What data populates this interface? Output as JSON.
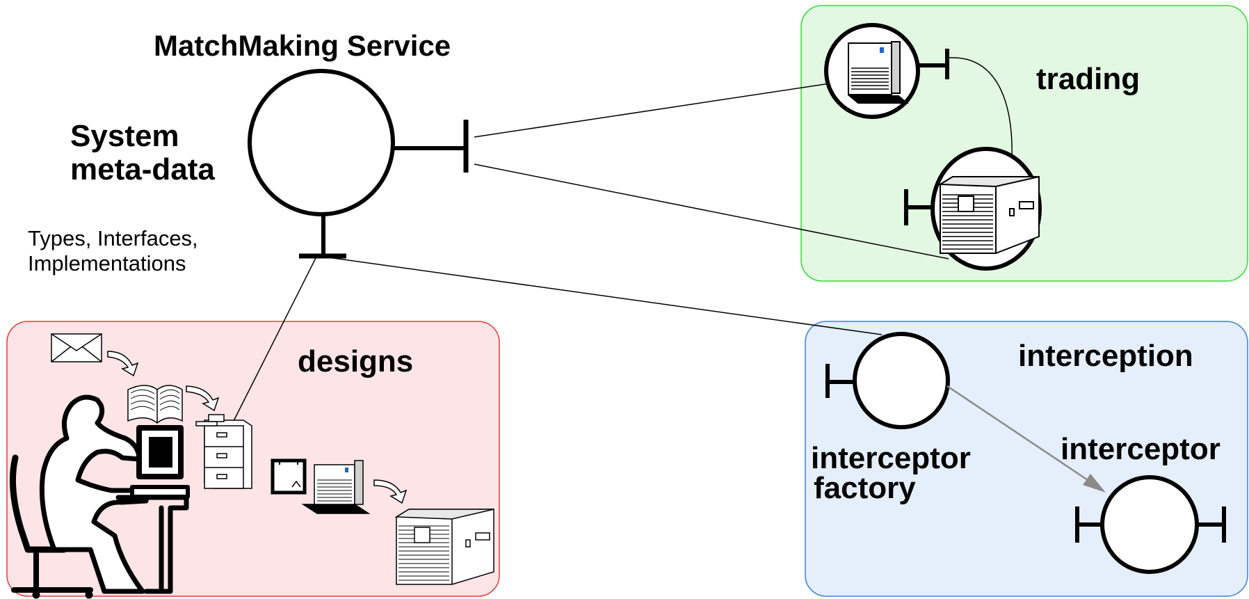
{
  "labels": {
    "service_title": "MatchMaking Service",
    "meta_line1": "System",
    "meta_line2": "meta-data",
    "types_line1": "Types, Interfaces,",
    "types_line2": "Implementations",
    "trading": "trading",
    "designs": "designs",
    "interception": "interception",
    "factory_line1": "interceptor",
    "factory_line2": "factory",
    "interceptor": "interceptor"
  },
  "colors": {
    "trading_fill": "#e3f8e3",
    "trading_stroke": "#33d733",
    "designs_fill": "#fde4e6",
    "designs_stroke": "#e23c3c",
    "interception_fill": "#e5eefb",
    "interception_stroke": "#3a7fe0",
    "arrow": "#8a8a8a"
  },
  "icons": {
    "computer_user": "person-at-computer-icon",
    "mail": "envelope-icon",
    "book": "open-book-icon",
    "cabinet": "filing-cabinet-icon",
    "note": "note-icon",
    "pc": "desktop-pc-icon",
    "server": "server-icon"
  }
}
